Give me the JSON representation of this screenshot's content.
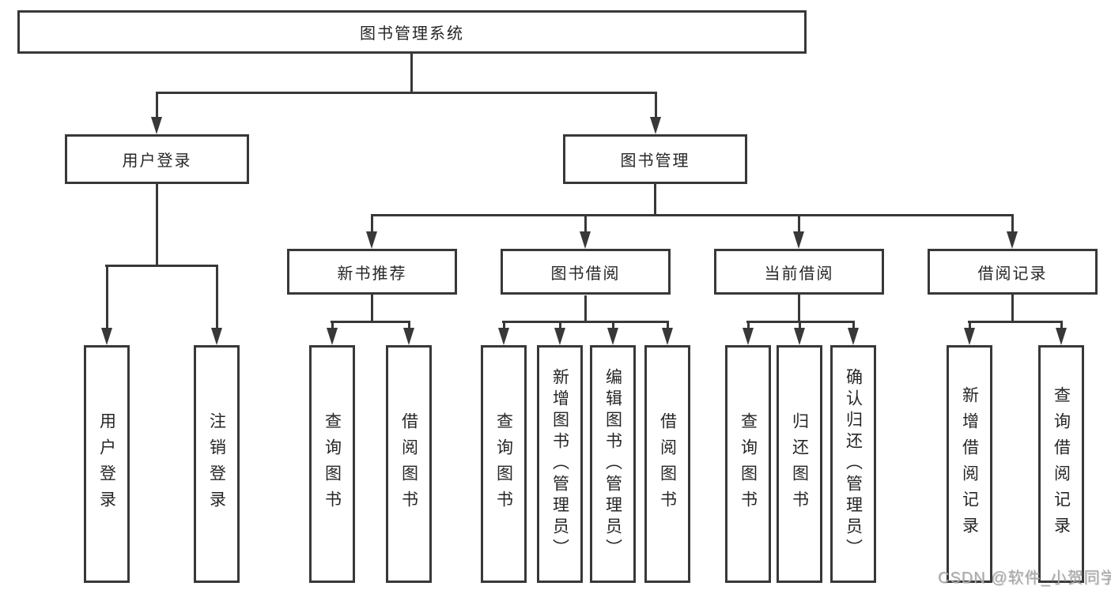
{
  "colors": {
    "background": "#ffffff",
    "line": "#383838",
    "box_fill": "#ffffff",
    "text": "#262626",
    "watermark": "#aaaaaa"
  },
  "tree": {
    "root": {
      "label": "图书管理系统"
    },
    "user_login": {
      "label": "用户登录",
      "children": [
        {
          "label": "用户登录"
        },
        {
          "label": "注销登录"
        }
      ]
    },
    "book_management": {
      "label": "图书管理",
      "modules": [
        {
          "label": "新书推荐",
          "children": [
            {
              "label": "查询图书"
            },
            {
              "label": "借阅图书"
            }
          ]
        },
        {
          "label": "图书借阅",
          "children": [
            {
              "label": "查询图书"
            },
            {
              "label": "新增图书（管理员）"
            },
            {
              "label": "编辑图书（管理员）"
            },
            {
              "label": "借阅图书"
            }
          ]
        },
        {
          "label": "当前借阅",
          "children": [
            {
              "label": "查询图书"
            },
            {
              "label": "归还图书"
            },
            {
              "label": "确认归还（管理员）"
            }
          ]
        },
        {
          "label": "借阅记录",
          "children": [
            {
              "label": "新增借阅记录"
            },
            {
              "label": "查询借阅记录"
            }
          ]
        }
      ]
    }
  },
  "watermark": {
    "text": "CSDN @软件_小贺同学"
  }
}
